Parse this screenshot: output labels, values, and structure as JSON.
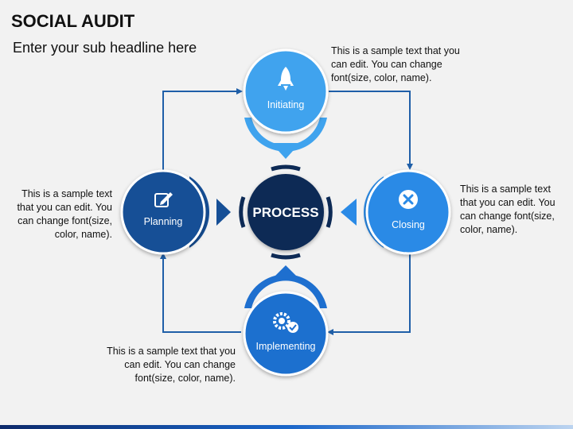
{
  "header": {
    "title": "SOCIAL AUDIT",
    "subtitle": "Enter your sub headline here"
  },
  "center": {
    "label": "PROCESS"
  },
  "nodes": {
    "initiating": {
      "label": "Initiating",
      "icon": "rocket-icon",
      "color": "#3fa3ee"
    },
    "closing": {
      "label": "Closing",
      "icon": "close-circle-icon",
      "color": "#2a8ae6"
    },
    "implementing": {
      "label": "Implementing",
      "icon": "gears-check-icon",
      "color": "#1e6fcf"
    },
    "planning": {
      "label": "Planning",
      "icon": "edit-icon",
      "color": "#164f96"
    }
  },
  "notes": {
    "top_right": [
      "This is a sample text that you",
      "can edit. You can change",
      "font(size, color, name)."
    ],
    "right": [
      "This is a sample text",
      "that you can edit. You",
      "can change font(size,",
      "color, name)."
    ],
    "left": [
      "This is a sample text",
      "that you can edit. You",
      "can change font(size,",
      "color, name)."
    ],
    "bottom": [
      "This is a sample text that you",
      "can edit. You can change",
      "font(size, color, name)."
    ]
  },
  "colors": {
    "center_fill": "#0d2a55",
    "connector": "#1f5fa8",
    "arc_initiating": "#3fa3ee",
    "arc_closing": "#2a8ae6",
    "arc_implementing": "#1e6fcf",
    "arc_planning": "#164f96"
  }
}
